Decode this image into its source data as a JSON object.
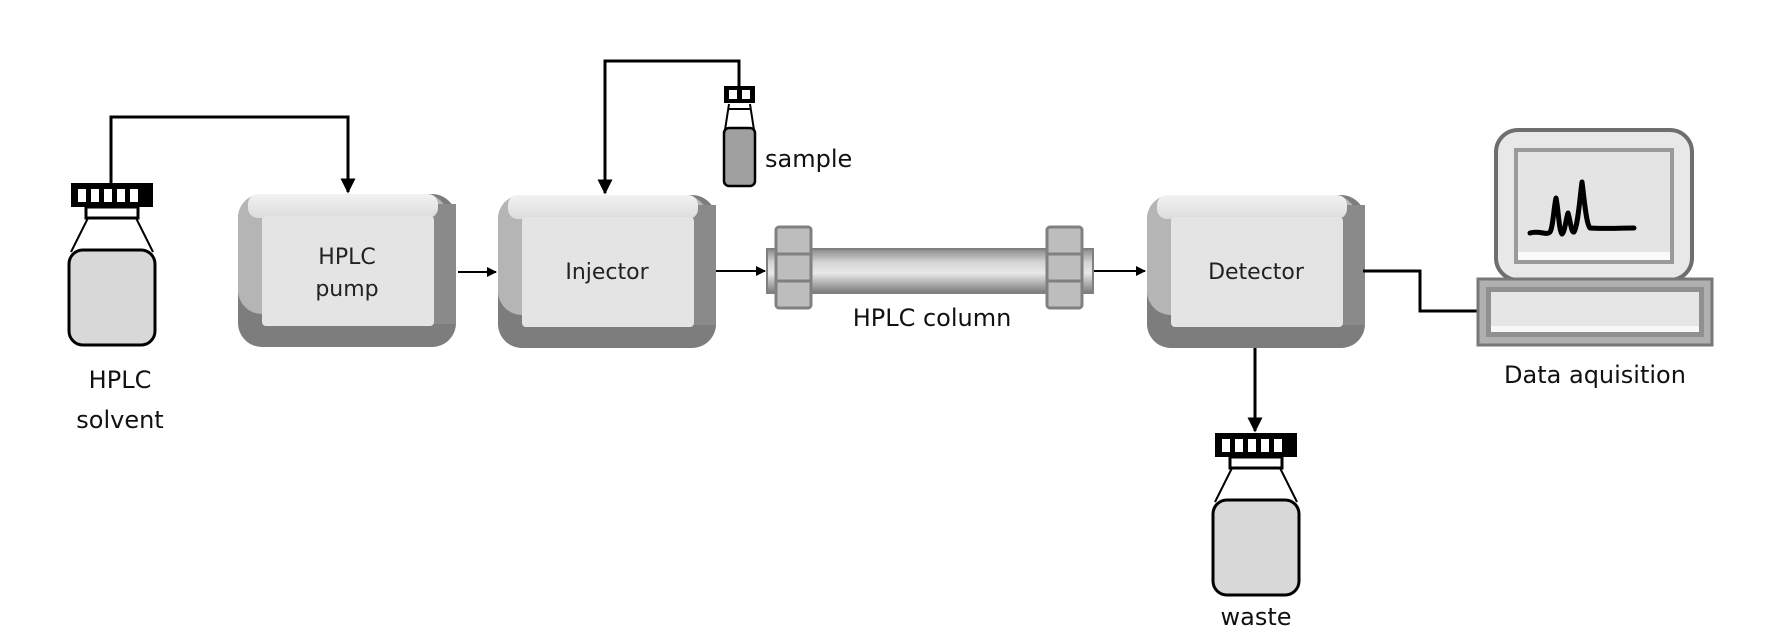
{
  "diagram": {
    "title": "HPLC system schematic",
    "components": {
      "solvent": {
        "label_line1": "HPLC",
        "label_line2": "solvent"
      },
      "pump": {
        "label_line1": "HPLC",
        "label_line2": "pump"
      },
      "injector": {
        "label": "Injector"
      },
      "sample": {
        "label": "sample"
      },
      "column": {
        "label": "HPLC column"
      },
      "detector": {
        "label": "Detector"
      },
      "waste": {
        "label": "waste"
      },
      "computer": {
        "label": "Data aquisition"
      }
    },
    "connections": [
      {
        "from": "solvent",
        "to": "pump"
      },
      {
        "from": "pump",
        "to": "injector"
      },
      {
        "from": "sample",
        "to": "injector"
      },
      {
        "from": "injector",
        "to": "column"
      },
      {
        "from": "column",
        "to": "detector"
      },
      {
        "from": "detector",
        "to": "waste"
      },
      {
        "from": "detector",
        "to": "computer"
      }
    ],
    "colors": {
      "box_face": "#e4e4e4",
      "box_side": "#9a9a9a",
      "line": "#000000",
      "bottle_fill": "#d8d8d8",
      "sample_fill": "#a0a0a0"
    }
  }
}
